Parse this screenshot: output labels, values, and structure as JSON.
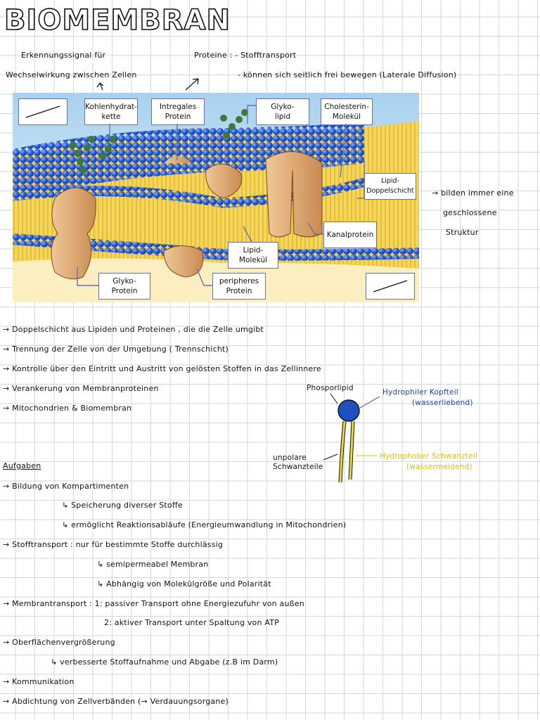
{
  "title": "BIOMEMBRAN",
  "header": {
    "note1_line1": "Erkennungssignal für",
    "note1_line2": "Wechselwirkung zwischen Zellen",
    "proteins_line1": "Proteine : - Stofftransport",
    "proteins_line2": "- können sich seitlich frei bewegen (Laterale Diffusion)"
  },
  "diagram_labels": {
    "kohlenhydrat": "Kohlenhydrat-\nkette",
    "integrales": "Intregales\nProtein",
    "glykolipid": "Glyko-\nlipid",
    "cholesterin": "Cholesterin-\nMolekül",
    "lipid_doppel": "Lipid-\nDoppelschicht",
    "kanalprotein": "Kanalprotein",
    "lipid_molekuel": "Lipid-\nMolekül",
    "glykoprotein": "Glyko-\nProtein",
    "peripheres": "peripheres\nProtein"
  },
  "side_note": {
    "line1": "→ bilden immer eine",
    "line2": "geschlossene",
    "line3": "Struktur"
  },
  "facts": [
    "→ Doppelschicht aus Lipiden und Proteinen , die die Zelle umgibt",
    "→ Trennung der Zelle von der Umgebung ( Trennschicht)",
    "→ Kontrolle über den Eintritt und Austritt von gelösten Stoffen in das Zellinnere",
    "→ Verankerung von Membranproteinen",
    "→ Mitochondrien & Biomembran"
  ],
  "phospholipid": {
    "label": "Phosporlipid",
    "head_1": "Hydrophiler Kopfteil",
    "head_2": "(wasserliebend)",
    "tail_1": "Hydrophober Schwanzteil",
    "tail_2": "(wassermeidend)",
    "unpolar_1": "unpolare",
    "unpolar_2": "Schwanzteile",
    "head_color": "#1f4fc0",
    "tail_color": "#e8dc3a"
  },
  "tasks": {
    "heading": "Aufgaben",
    "lines": [
      "→ Bildung von Kompartimenten",
      "↳ Speicherung diverser Stoffe",
      "↳ ermöglicht Reaktionsabläufe (Energieumwandlung in Mitochondrien)",
      "→ Stofftransport : nur für bestimmte Stoffe durchlässig",
      "↳ semipermeabel Membran",
      "↳ Abhängig von Molekülgröße und Polarität",
      "→ Membrantransport : 1: passiver Transport ohne Energiezufuhr von außen",
      "2: aktiver Transport unter Spaltung von ATP",
      "→ Oberflächenvergrößerung",
      "↳ verbesserte Stoffaufnahme und Abgabe (z.B im Darm)",
      "→ Kommunikation",
      "→ Abdichtung von Zellverbänden (→ Verdauungsorgane)"
    ]
  }
}
